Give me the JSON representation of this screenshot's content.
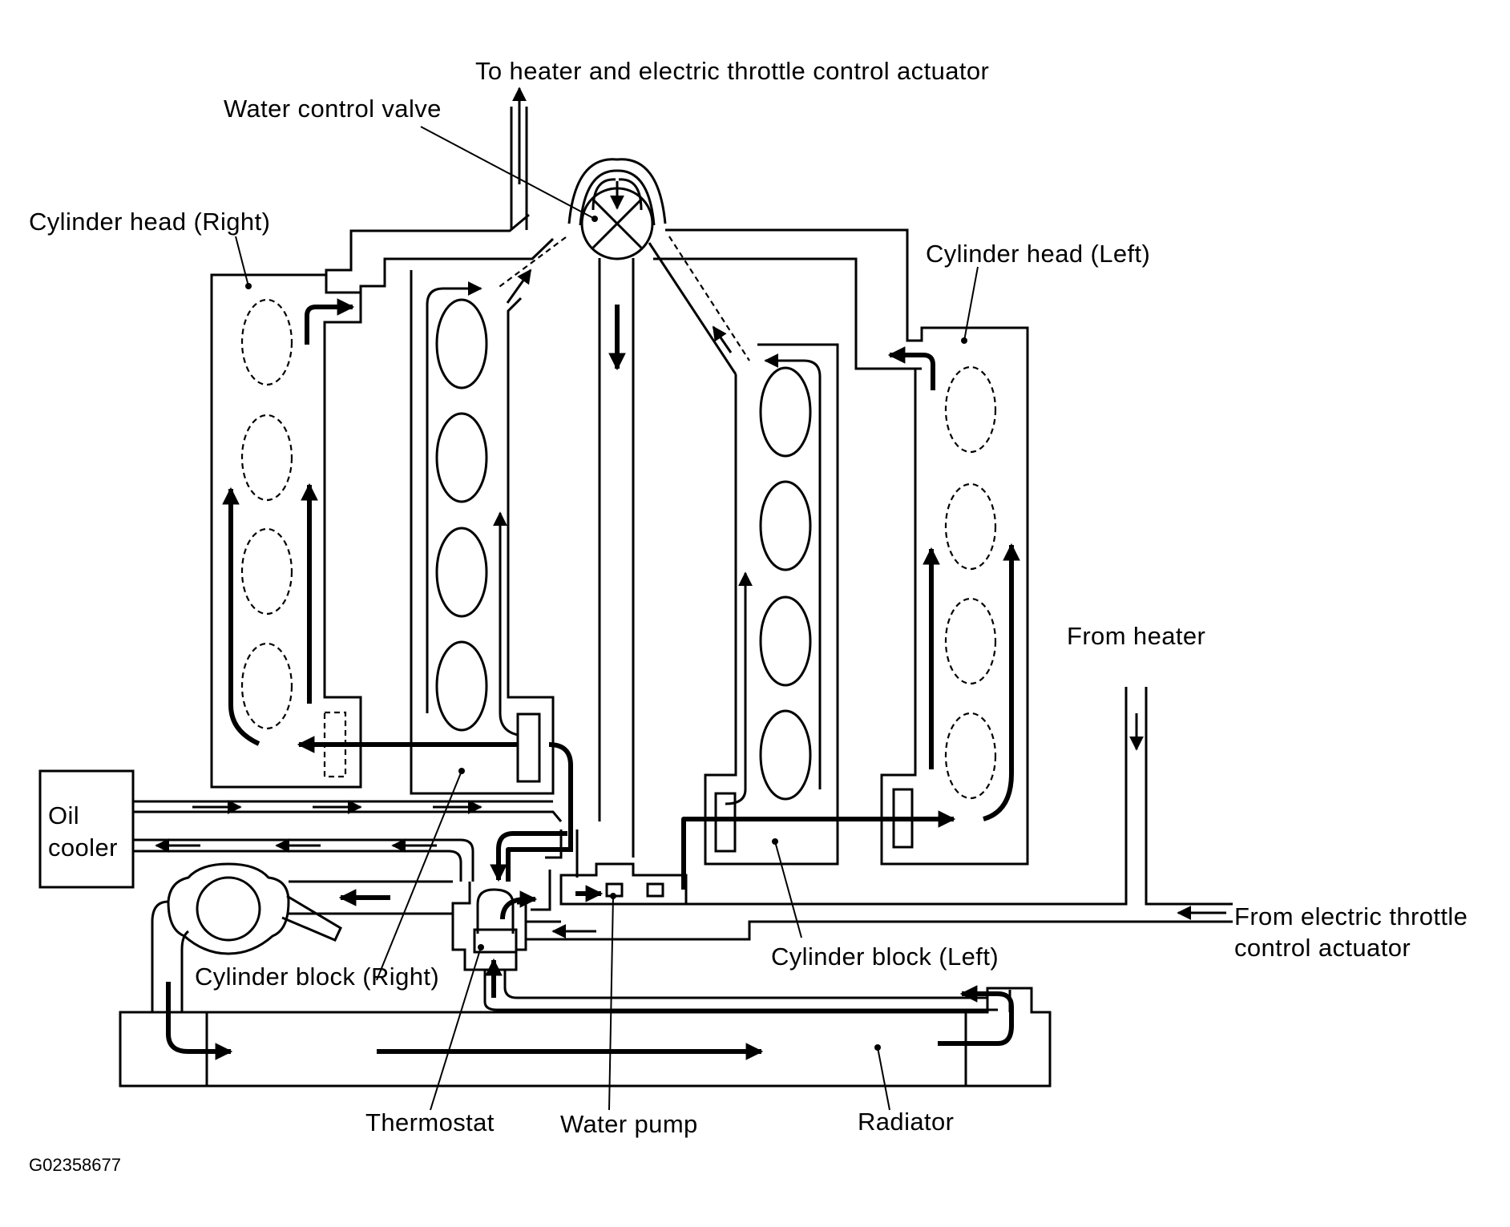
{
  "labels": {
    "to_heater": "To heater and electric throttle control actuator",
    "water_control_valve": "Water control valve",
    "cylinder_head_right": "Cylinder head (Right)",
    "cylinder_head_left": "Cylinder head (Left)",
    "from_heater": "From heater",
    "oil_cooler_line1": "Oil",
    "oil_cooler_line2": "cooler",
    "cylinder_block_right": "Cylinder block (Right)",
    "cylinder_block_left": "Cylinder block (Left)",
    "from_throttle_line1": "From electric throttle",
    "from_throttle_line2": "control actuator",
    "thermostat": "Thermostat",
    "water_pump": "Water pump",
    "radiator": "Radiator",
    "figure_code": "G02358677"
  }
}
